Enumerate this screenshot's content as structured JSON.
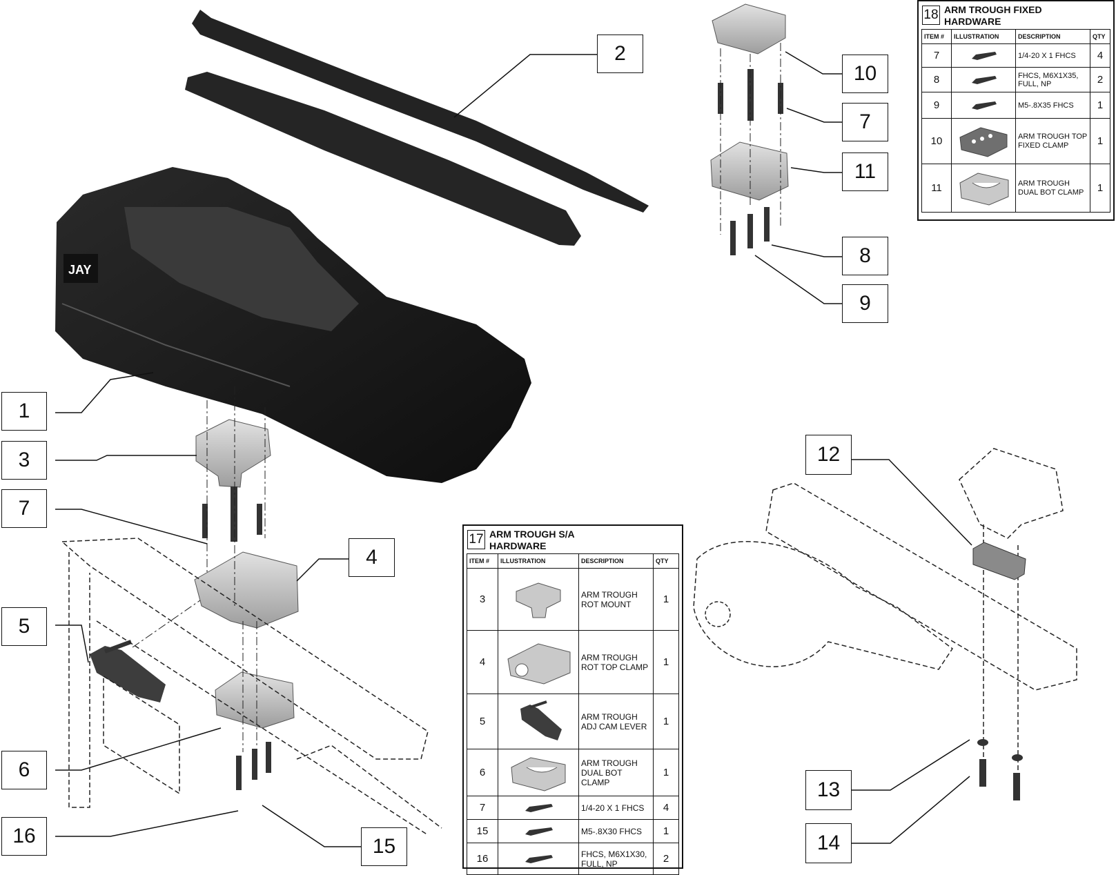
{
  "callouts": [
    "1",
    "2",
    "3",
    "4",
    "5",
    "6",
    "7",
    "7",
    "8",
    "9",
    "10",
    "11",
    "12",
    "13",
    "14",
    "15",
    "16"
  ],
  "table_17": {
    "number": "17",
    "title": "ARM TROUGH S/A HARDWARE",
    "headers": [
      "ITEM #",
      "ILLUSTRATION",
      "DESCRIPTION",
      "QTY"
    ],
    "rows": [
      {
        "item": "3",
        "icon": "rot-mount-icon",
        "desc": "ARM TROUGH ROT MOUNT",
        "qty": "1"
      },
      {
        "item": "4",
        "icon": "rot-top-clamp-icon",
        "desc": "ARM TROUGH ROT TOP CLAMP",
        "qty": "1"
      },
      {
        "item": "5",
        "icon": "cam-lever-icon",
        "desc": "ARM TROUGH ADJ CAM LEVER",
        "qty": "1"
      },
      {
        "item": "6",
        "icon": "dual-bot-clamp-icon",
        "desc": "ARM TROUGH DUAL BOT CLAMP",
        "qty": "1"
      },
      {
        "item": "7",
        "icon": "screw-icon",
        "desc": "1/4-20 X 1 FHCS",
        "qty": "4"
      },
      {
        "item": "15",
        "icon": "screw-icon",
        "desc": "M5-.8X30 FHCS",
        "qty": "1"
      },
      {
        "item": "16",
        "icon": "screw-icon",
        "desc": "FHCS, M6X1X30, FULL, NP",
        "qty": "2"
      }
    ]
  },
  "table_18": {
    "number": "18",
    "title": "ARM TROUGH FIXED HARDWARE",
    "headers": [
      "ITEM #",
      "ILLUSTRATION",
      "DESCRIPTION",
      "QTY"
    ],
    "rows": [
      {
        "item": "7",
        "icon": "screw-icon",
        "desc": "1/4-20 X 1 FHCS",
        "qty": "4"
      },
      {
        "item": "8",
        "icon": "screw-icon",
        "desc": "FHCS, M6X1X35, FULL, NP",
        "qty": "2"
      },
      {
        "item": "9",
        "icon": "screw-icon",
        "desc": "M5-.8X35 FHCS",
        "qty": "1"
      },
      {
        "item": "10",
        "icon": "fixed-top-clamp-icon",
        "desc": "ARM TROUGH TOP FIXED CLAMP",
        "qty": "1"
      },
      {
        "item": "11",
        "icon": "dual-bot-clamp-icon",
        "desc": "ARM TROUGH DUAL BOT CLAMP",
        "qty": "1"
      }
    ]
  },
  "logo": {
    "text": "JAY"
  },
  "colors": {
    "line": "#111111",
    "part_gray": "#c9c9c9",
    "trough_black": "#1c1c1c",
    "strap": "#232323"
  }
}
